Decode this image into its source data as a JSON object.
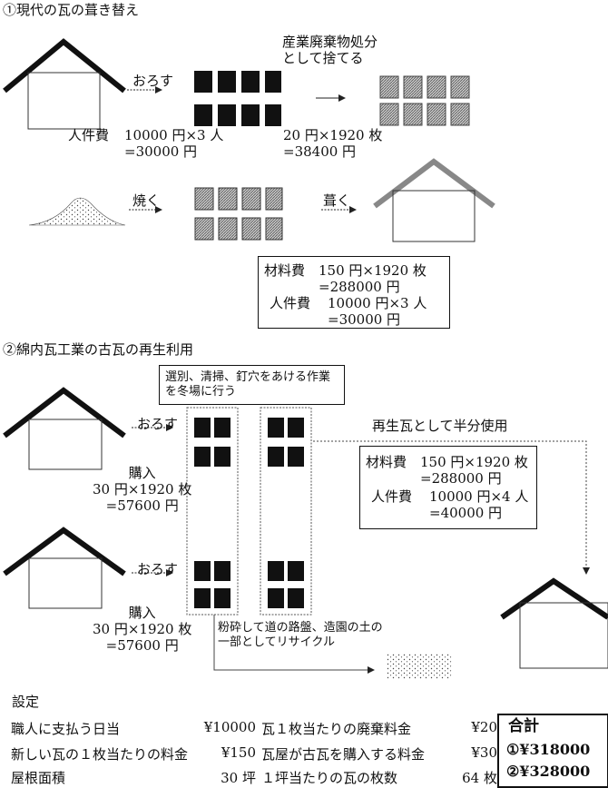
{
  "section1": {
    "title": "①現代の瓦の葺き替え",
    "arrow_down_label": "おろす",
    "disposal_label": "産業廃棄物処分\nとして捨てる",
    "labor_label": "人件費",
    "labor_calc": "10000 円×3 人\n=30000 円",
    "disposal_calc": "20 円×1920 枚\n=38400 円",
    "bake_label": "焼く",
    "roof_label": "葺く",
    "cost_box": {
      "material_label": "材料費",
      "material_calc": "150 円×1920 枚\n=288000 円",
      "labor_label": "人件費",
      "labor_calc": "10000 円×3 人\n=30000 円"
    }
  },
  "section2": {
    "title": "②綿内瓦工業の古瓦の再生利用",
    "winter_note": "選別、清掃、釘穴をあける作業\nを冬場に行う",
    "arrow_down_label_1": "おろす",
    "arrow_down_label_2": "おろす",
    "reuse_label": "再生瓦として半分使用",
    "purchase_1": "購入\n30 円×1920 枚\n=57600 円",
    "purchase_2": "購入\n30 円×1920 枚\n=57600 円",
    "recycle_note": "粉砕して道の路盤、造園の土の\n一部としてリサイクル",
    "cost_box": {
      "material_label": "材料費",
      "material_calc": "150 円×1920 枚\n=288000 円",
      "labor_label": "人件費",
      "labor_calc": "10000 円×4 人\n=40000 円"
    }
  },
  "settings": {
    "title": "設定",
    "rows": [
      {
        "label_a": "職人に支払う日当",
        "value_a": "¥10000",
        "label_b": "瓦１枚当たりの廃棄料金",
        "value_b": "¥20"
      },
      {
        "label_a": "新しい瓦の１枚当たりの料金",
        "value_a": "¥150",
        "label_b": "瓦屋が古瓦を購入する料金",
        "value_b": "¥30"
      },
      {
        "label_a": "屋根面積",
        "value_a": "30 坪",
        "label_b": "１坪当たりの瓦の枚数",
        "value_b": "64 枚"
      }
    ],
    "total": {
      "title": "合計",
      "line1": "①¥318000",
      "line2": "②¥328000"
    }
  }
}
